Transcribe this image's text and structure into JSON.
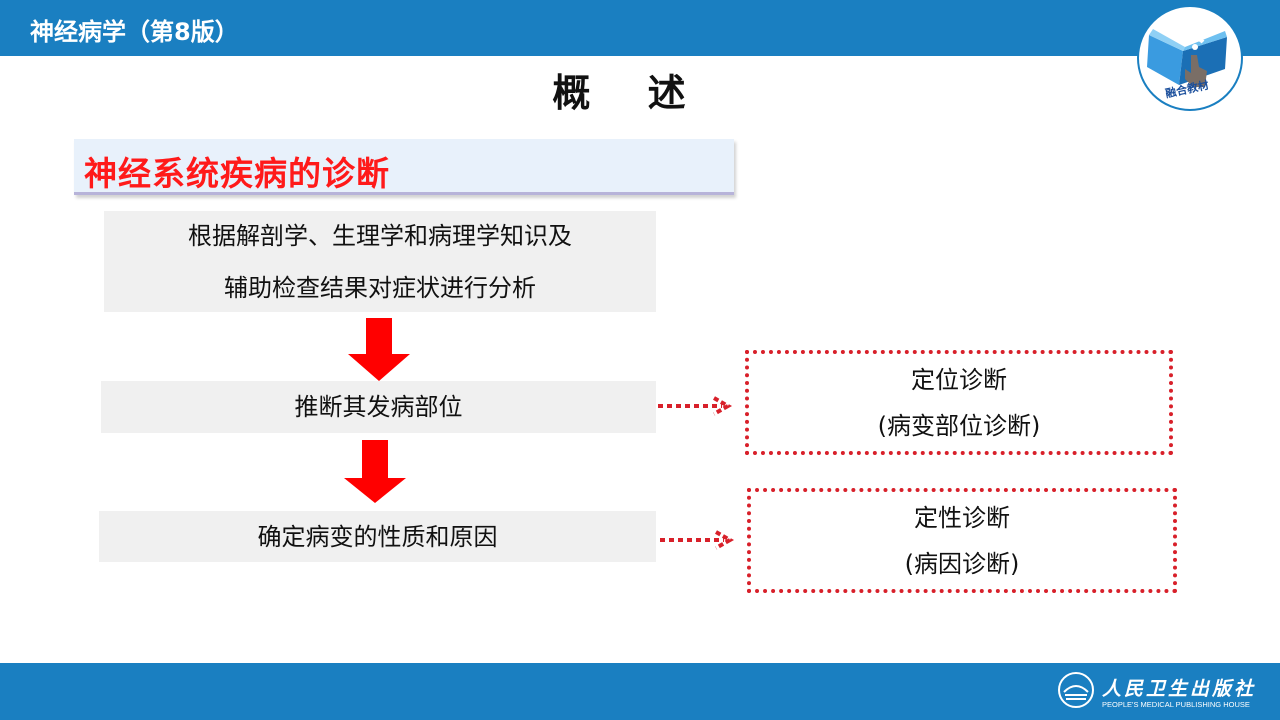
{
  "header": {
    "book_title": "神经病学（第8版）",
    "badge_text": "融合教材"
  },
  "page_title": "概 述",
  "section_title": "神经系统疾病的诊断",
  "flow": {
    "steps": [
      {
        "lines": [
          "根据解剖学、生理学和病理学知识及",
          "辅助检查结果对症状进行分析"
        ]
      },
      {
        "lines": [
          "推断其发病部位"
        ]
      },
      {
        "lines": [
          "确定病变的性质和原因"
        ]
      }
    ],
    "results": [
      {
        "lines": [
          "定位诊断",
          "(病变部位诊断)"
        ]
      },
      {
        "lines": [
          "定性诊断",
          "(病因诊断)"
        ]
      }
    ]
  },
  "footer": {
    "publisher_cn": "人民卫生出版社",
    "publisher_en": "PEOPLE'S MEDICAL PUBLISHING HOUSE"
  },
  "colors": {
    "brand_blue": "#1a7fc1",
    "accent_red": "#ff1a1a",
    "arrow_red": "#ff0000",
    "dotted_red": "#d8202a",
    "step_gray": "#f0f0f0"
  }
}
